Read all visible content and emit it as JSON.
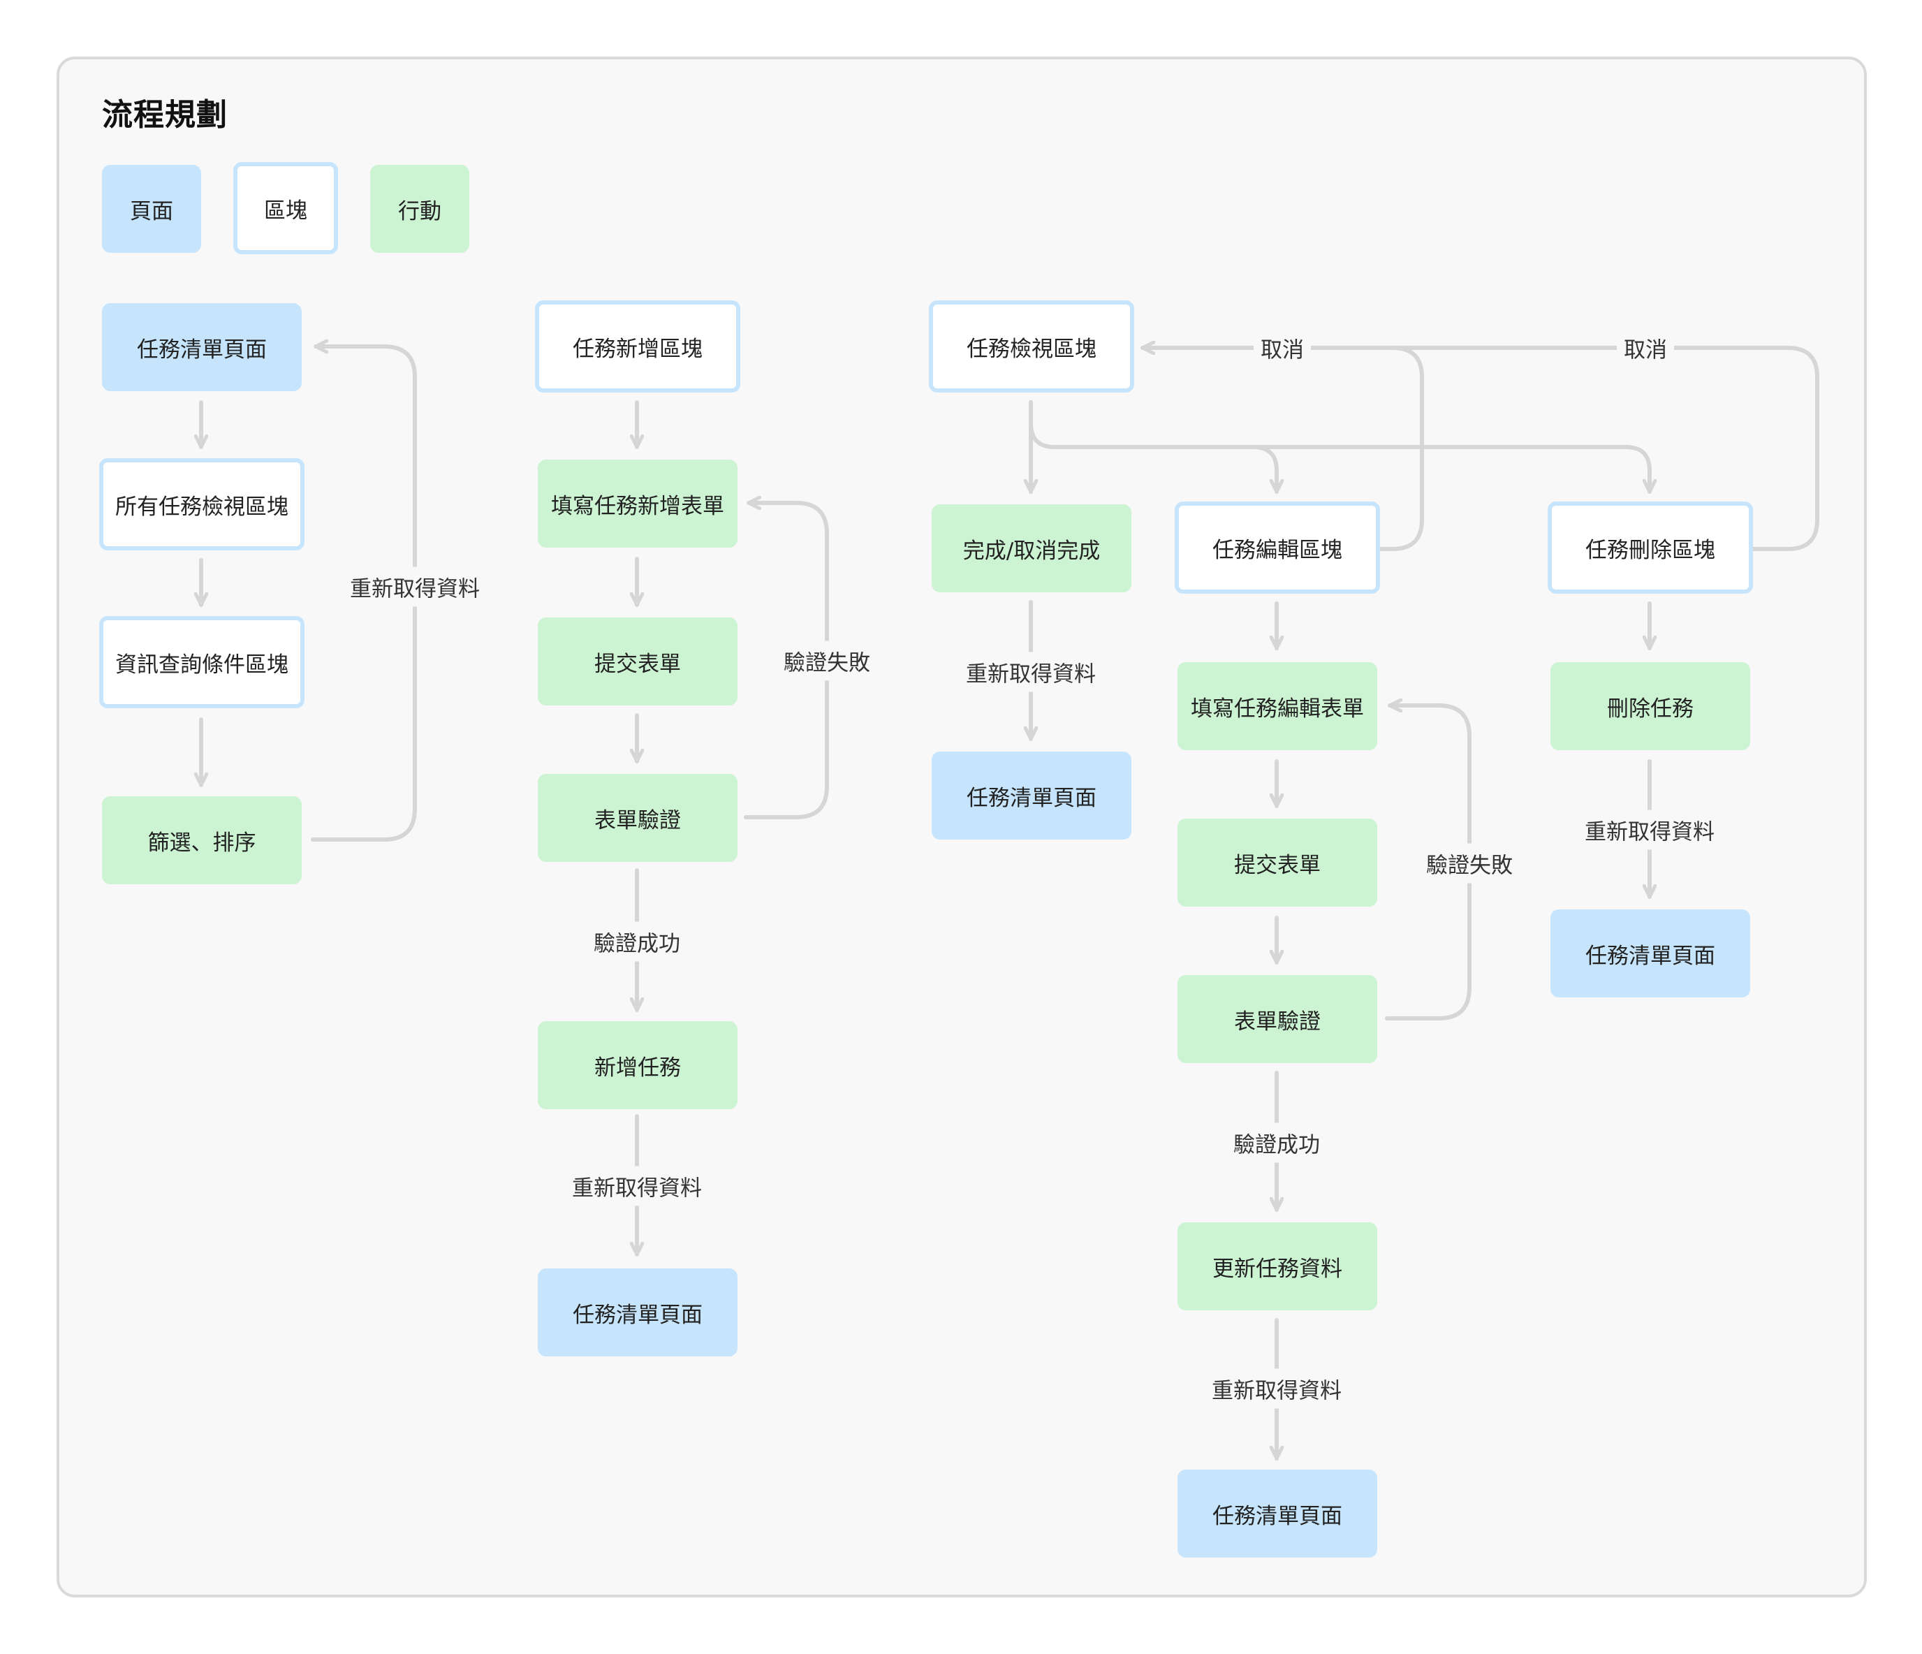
{
  "title": "流程規劃",
  "legend": {
    "page": "頁面",
    "block": "區塊",
    "action": "行動"
  },
  "nodes": {
    "list_page_1": "任務清單頁面",
    "all_tasks_block": "所有任務檢視區塊",
    "query_block": "資訊查詢條件區塊",
    "filter_sort": "篩選、排序",
    "add_block": "任務新增區塊",
    "fill_add_form": "填寫任務新增表單",
    "submit_add": "提交表單",
    "validate_add": "表單驗證",
    "add_task": "新增任務",
    "list_page_2": "任務清單頁面",
    "view_block": "任務檢視區塊",
    "toggle_done": "完成/取消完成",
    "list_page_3": "任務清單頁面",
    "edit_block": "任務編輯區塊",
    "fill_edit_form": "填寫任務編輯表單",
    "submit_edit": "提交表單",
    "validate_edit": "表單驗證",
    "update_task": "更新任務資料",
    "list_page_4": "任務清單頁面",
    "delete_block": "任務刪除區塊",
    "delete_task": "刪除任務",
    "list_page_5": "任務清單頁面"
  },
  "edge_labels": {
    "refetch_col1": "重新取得資料",
    "fail_add": "驗證失敗",
    "success_add": "驗證成功",
    "refetch_add": "重新取得資料",
    "refetch_toggle": "重新取得資料",
    "cancel_edit": "取消",
    "cancel_delete": "取消",
    "fail_edit": "驗證失敗",
    "success_edit": "驗證成功",
    "refetch_edit": "重新取得資料",
    "refetch_delete": "重新取得資料"
  }
}
